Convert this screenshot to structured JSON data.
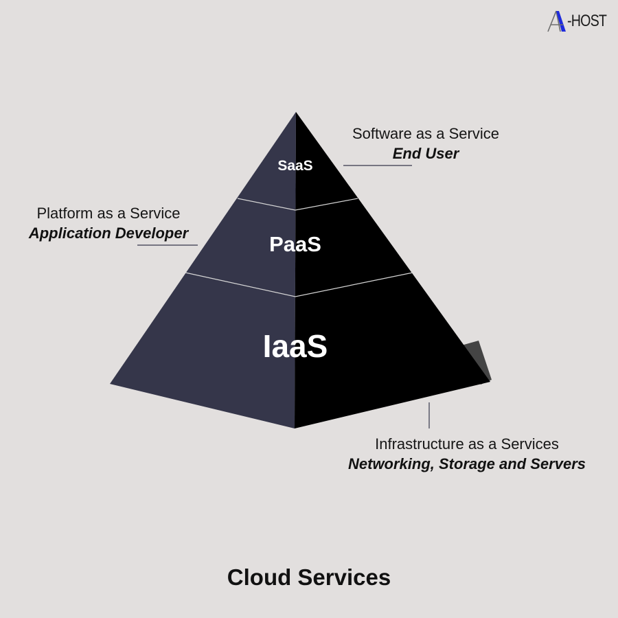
{
  "brand": {
    "logo_text": "-HOST",
    "logo_letter": "A",
    "accent_color": "#1e2bdc"
  },
  "pyramid": {
    "left_face_color": "#35364a",
    "right_face_color": "#000000",
    "shadow_color": "#444444",
    "tiers": [
      {
        "id": "saas",
        "label": "SaaS",
        "title": "Software as a Service",
        "role": "End User"
      },
      {
        "id": "paas",
        "label": "PaaS",
        "title": "Platform as a Service",
        "role": "Application Developer"
      },
      {
        "id": "iaas",
        "label": "IaaS",
        "title": "Infrastructure as a Services",
        "role": "Networking, Storage and Servers"
      }
    ]
  },
  "caption": "Cloud Services"
}
